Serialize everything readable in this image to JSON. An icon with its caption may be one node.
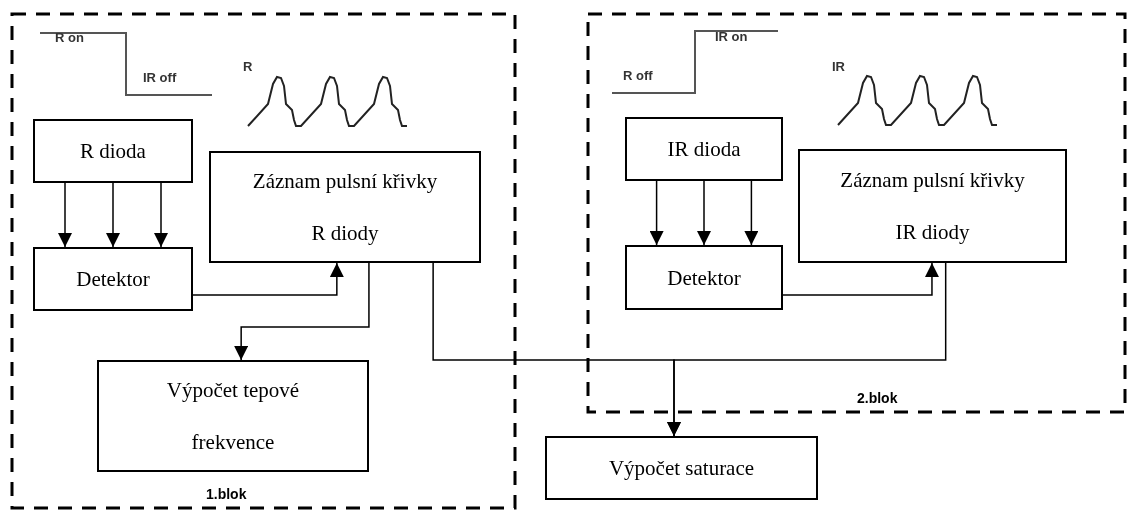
{
  "diagram": {
    "nodes": [
      {
        "text": [
          "1.blok"
        ]
      },
      {
        "text": [
          "R dioda"
        ],
        "in": 0
      },
      {
        "text": [
          "Detektor"
        ],
        "in": 0
      },
      {
        "text": [
          "Záznam pulsní křivky R diody"
        ],
        "in": 0
      },
      {
        "text": [
          "Výpočet tepové frekvence"
        ],
        "in": 0
      },
      {
        "text": [
          "2.blok"
        ]
      },
      {
        "text": [
          "IR dioda"
        ],
        "in": 5
      },
      {
        "text": [
          "Detektor"
        ],
        "in": 5
      },
      {
        "text": [
          "Záznam pulsní křivky IR diody"
        ],
        "in": 5
      },
      {
        "text": [
          "Výpočet saturace"
        ]
      }
    ],
    "edges": [
      {
        "from": 1,
        "to": 2,
        "arrow": "to"
      },
      {
        "from": 1,
        "to": 2,
        "arrow": "to"
      },
      {
        "from": 1,
        "to": 2,
        "arrow": "to"
      },
      {
        "from": 2,
        "to": 3,
        "arrow": "to"
      },
      {
        "from": 3,
        "to": 4,
        "arrow": "to"
      },
      {
        "from": 3,
        "to": 9,
        "arrow": "to"
      },
      {
        "from": 6,
        "to": 7,
        "arrow": "to"
      },
      {
        "from": 6,
        "to": 7,
        "arrow": "to"
      },
      {
        "from": 6,
        "to": 7,
        "arrow": "to"
      },
      {
        "from": 7,
        "to": 8,
        "arrow": "to"
      },
      {
        "from": 8,
        "to": 9,
        "arrow": "to"
      }
    ],
    "labels": [
      "R on",
      "IR off",
      "R",
      "R off",
      "IR on",
      "IR"
    ]
  }
}
